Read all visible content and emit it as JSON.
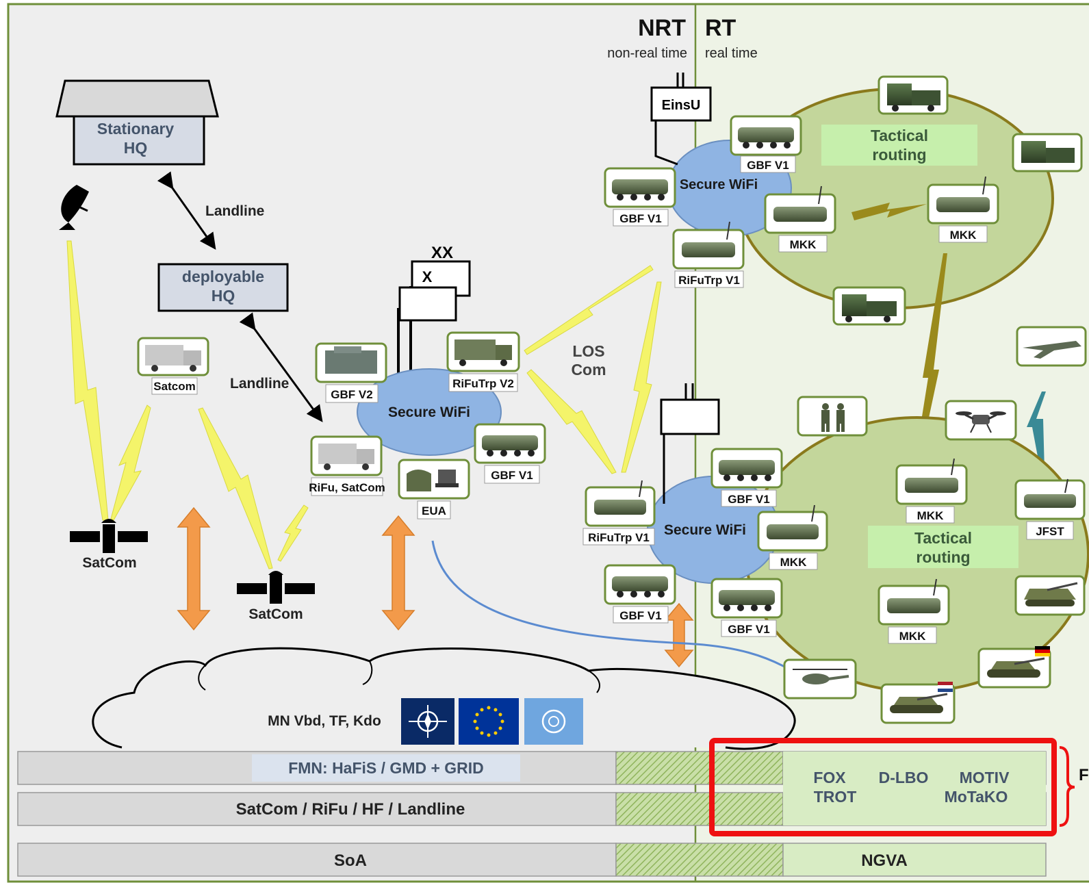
{
  "header": {
    "nrt": "NRT",
    "nrt_sub": "non-real time",
    "rt": "RT",
    "rt_sub": "real time"
  },
  "hq": {
    "stationary_line1": "Stationary",
    "stationary_line2": "HQ",
    "deployable_line1": "deployable",
    "deployable_line2": "HQ"
  },
  "links": {
    "landline_top": "Landline",
    "landline_mid": "Landline",
    "los_line1": "LOS",
    "los_line2": "Com"
  },
  "vehicles": {
    "satcom_truck": "Satcom",
    "satcom_sat1": "SatCom",
    "satcom_sat2": "SatCom",
    "gbf_v2": "GBF V2",
    "rifutrp_v2": "RiFuTrp V2",
    "rifu_satcom": "RiFu, SatCom",
    "gbf_v1_center": "GBF V1",
    "eua": "EUA",
    "einsu": "EinsU",
    "gbf_v1_top_a": "GBF V1",
    "gbf_v1_top_b": "GBF V1",
    "mkk_top_a": "MKK",
    "mkk_top_b": "MKK",
    "rifutrp_v1_top": "RiFuTrp V1",
    "rifutrp_v1_bottom": "RiFuTrp V1",
    "gbf_v1_bot_a": "GBF V1",
    "gbf_v1_bot_b": "GBF V1",
    "gbf_v1_bot_c": "GBF V1",
    "mkk_bot_a": "MKK",
    "mkk_bot_b": "MKK",
    "mkk_bot_c": "MKK",
    "jfst": "JFST"
  },
  "wifi": {
    "top": "Secure WiFi",
    "center": "Secure WiFi",
    "bottom": "Secure WiFi"
  },
  "routing": {
    "top_line1": "Tactical",
    "top_line2": "routing",
    "bottom_line1": "Tactical",
    "bottom_line2": "routing"
  },
  "unit_symbol": {
    "division": "XX",
    "brigade": "X"
  },
  "cloud": {
    "label": "MN Vbd, TF, Kdo",
    "flags": [
      "nato-flag-icon",
      "eu-flag-icon",
      "un-flag-icon"
    ]
  },
  "bars": {
    "fmn": "FMN: HaFiS / GMD + GRID",
    "transport": "SatCom / RiFu / HF / Landline",
    "soa": "SoA",
    "ngva": "NGVA",
    "fox": "FOX",
    "trot": "TROT",
    "dlbo": "D-LBO",
    "motiv": "MOTIV",
    "motako": "MoTaKO",
    "cut_label": "F"
  },
  "colors": {
    "frame": "#6f8f3a",
    "left_bg": "#eeeeee",
    "right_bg": "#eef3e6",
    "wifi": "#8fb4e3",
    "routing_circle": "#c3d69b",
    "routing_label": "#c6efac",
    "lightning_yellow": "#f4f46a",
    "lightning_olive": "#9a8a1c",
    "lightning_teal": "#3a8a96",
    "orange_arrow": "#f39a4a",
    "highlight_red": "#ee1111",
    "bar_grey": "#d9d9d9",
    "bar_green": "#d8ecc4"
  }
}
